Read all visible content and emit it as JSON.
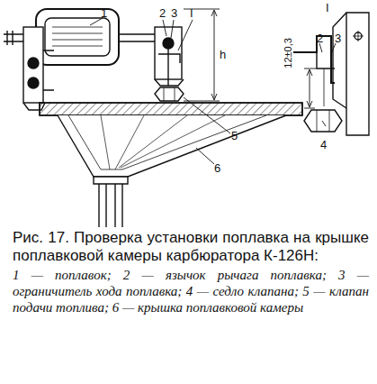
{
  "diagram": {
    "caption": "Рис. 17. Проверка установки поплавка на крышке поплавковой камеры карбюратора К-126Н:",
    "labels": [
      "1",
      "2",
      "3",
      "I",
      "h",
      "5",
      "6",
      "I",
      "2",
      "3",
      "12±0,3",
      "4",
      "1 — поплавок;",
      "2 — язычок рычага поплавка;",
      "3 — ограничитель хода поплавка;",
      "4 — седло клапана;",
      "5 — клапан подачи топлива;",
      "6 — крышка поплавковой камеры"
    ]
  }
}
